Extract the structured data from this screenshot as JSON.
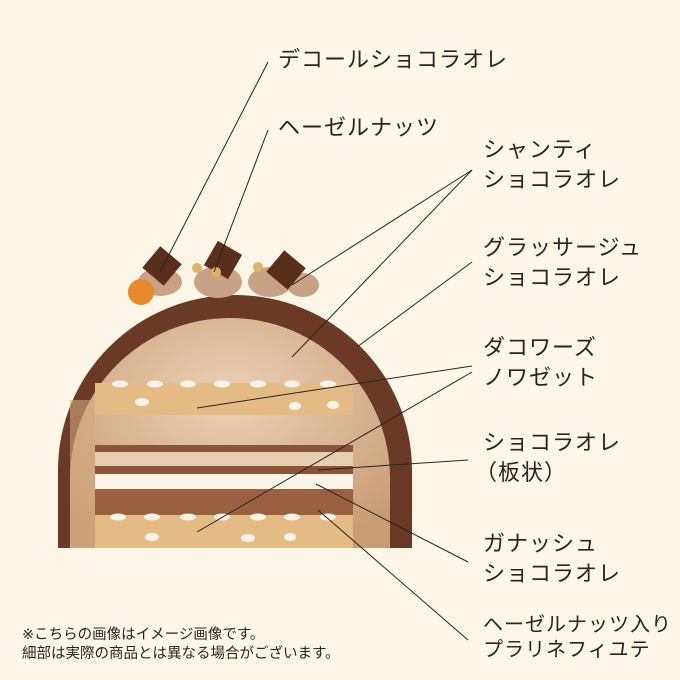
{
  "labels": {
    "decor": "デコールショコラオレ",
    "hazelnut": "ヘーゼルナッツ",
    "chantilly": [
      "シャンティ",
      "ショコラオレ"
    ],
    "glacage": [
      "グラッサージュ",
      "ショコラオレ"
    ],
    "dacquoise": [
      "ダコワーズ",
      "ノワゼット"
    ],
    "plate": [
      "ショコラオレ",
      "（板状）"
    ],
    "ganache": [
      "ガナッシュ",
      "ショコラオレ"
    ],
    "praline": [
      "ヘーゼルナッツ入り",
      "プラリネフィユテ"
    ]
  },
  "note": [
    "※こちらの画像はイメージ画像です。",
    "細部は実際の商品とは異なる場合がございます。"
  ],
  "colors": {
    "background": "#fdf6e6",
    "glaze": "#6b3a26",
    "mousse": "#d7b08c",
    "biscuit": "#e2b77f",
    "ganache": "#8a5536"
  }
}
